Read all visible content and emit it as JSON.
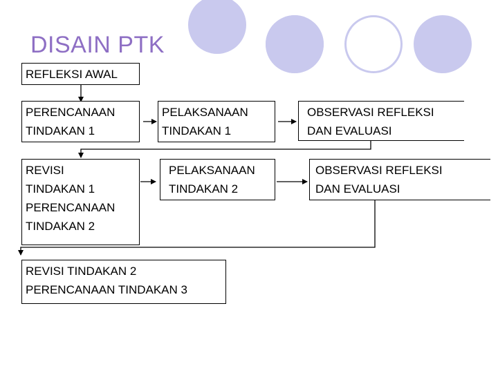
{
  "slide": {
    "title": "DISAIN PTK"
  },
  "boxes": {
    "refleksi_awal": "REFLEKSI AWAL",
    "perencanaan_1": "PERENCANAAN\nTINDAKAN 1",
    "pelaksanaan_1": "PELAKSANAAN\nTINDAKAN 1",
    "observasi_1": "OBSERVASI REFLEKSI\nDAN EVALUASI",
    "revisi_1": "REVISI\nTINDAKAN 1\nPERENCANAAN\nTINDAKAN 2",
    "pelaksanaan_2": "PELAKSANAAN\nTINDAKAN 2",
    "observasi_2": "OBSERVASI REFLEKSI\nDAN EVALUASI",
    "revisi_2": "REVISI TINDAKAN 2\nPERENCANAAN TINDAKAN 3"
  },
  "colors": {
    "title": "#8e6fc4",
    "circle": "#c9c9ee",
    "line": "#000000"
  },
  "decorations": [
    "filled-circle",
    "ring-circle",
    "filled-circle",
    "ring-circle",
    "filled-circle"
  ]
}
